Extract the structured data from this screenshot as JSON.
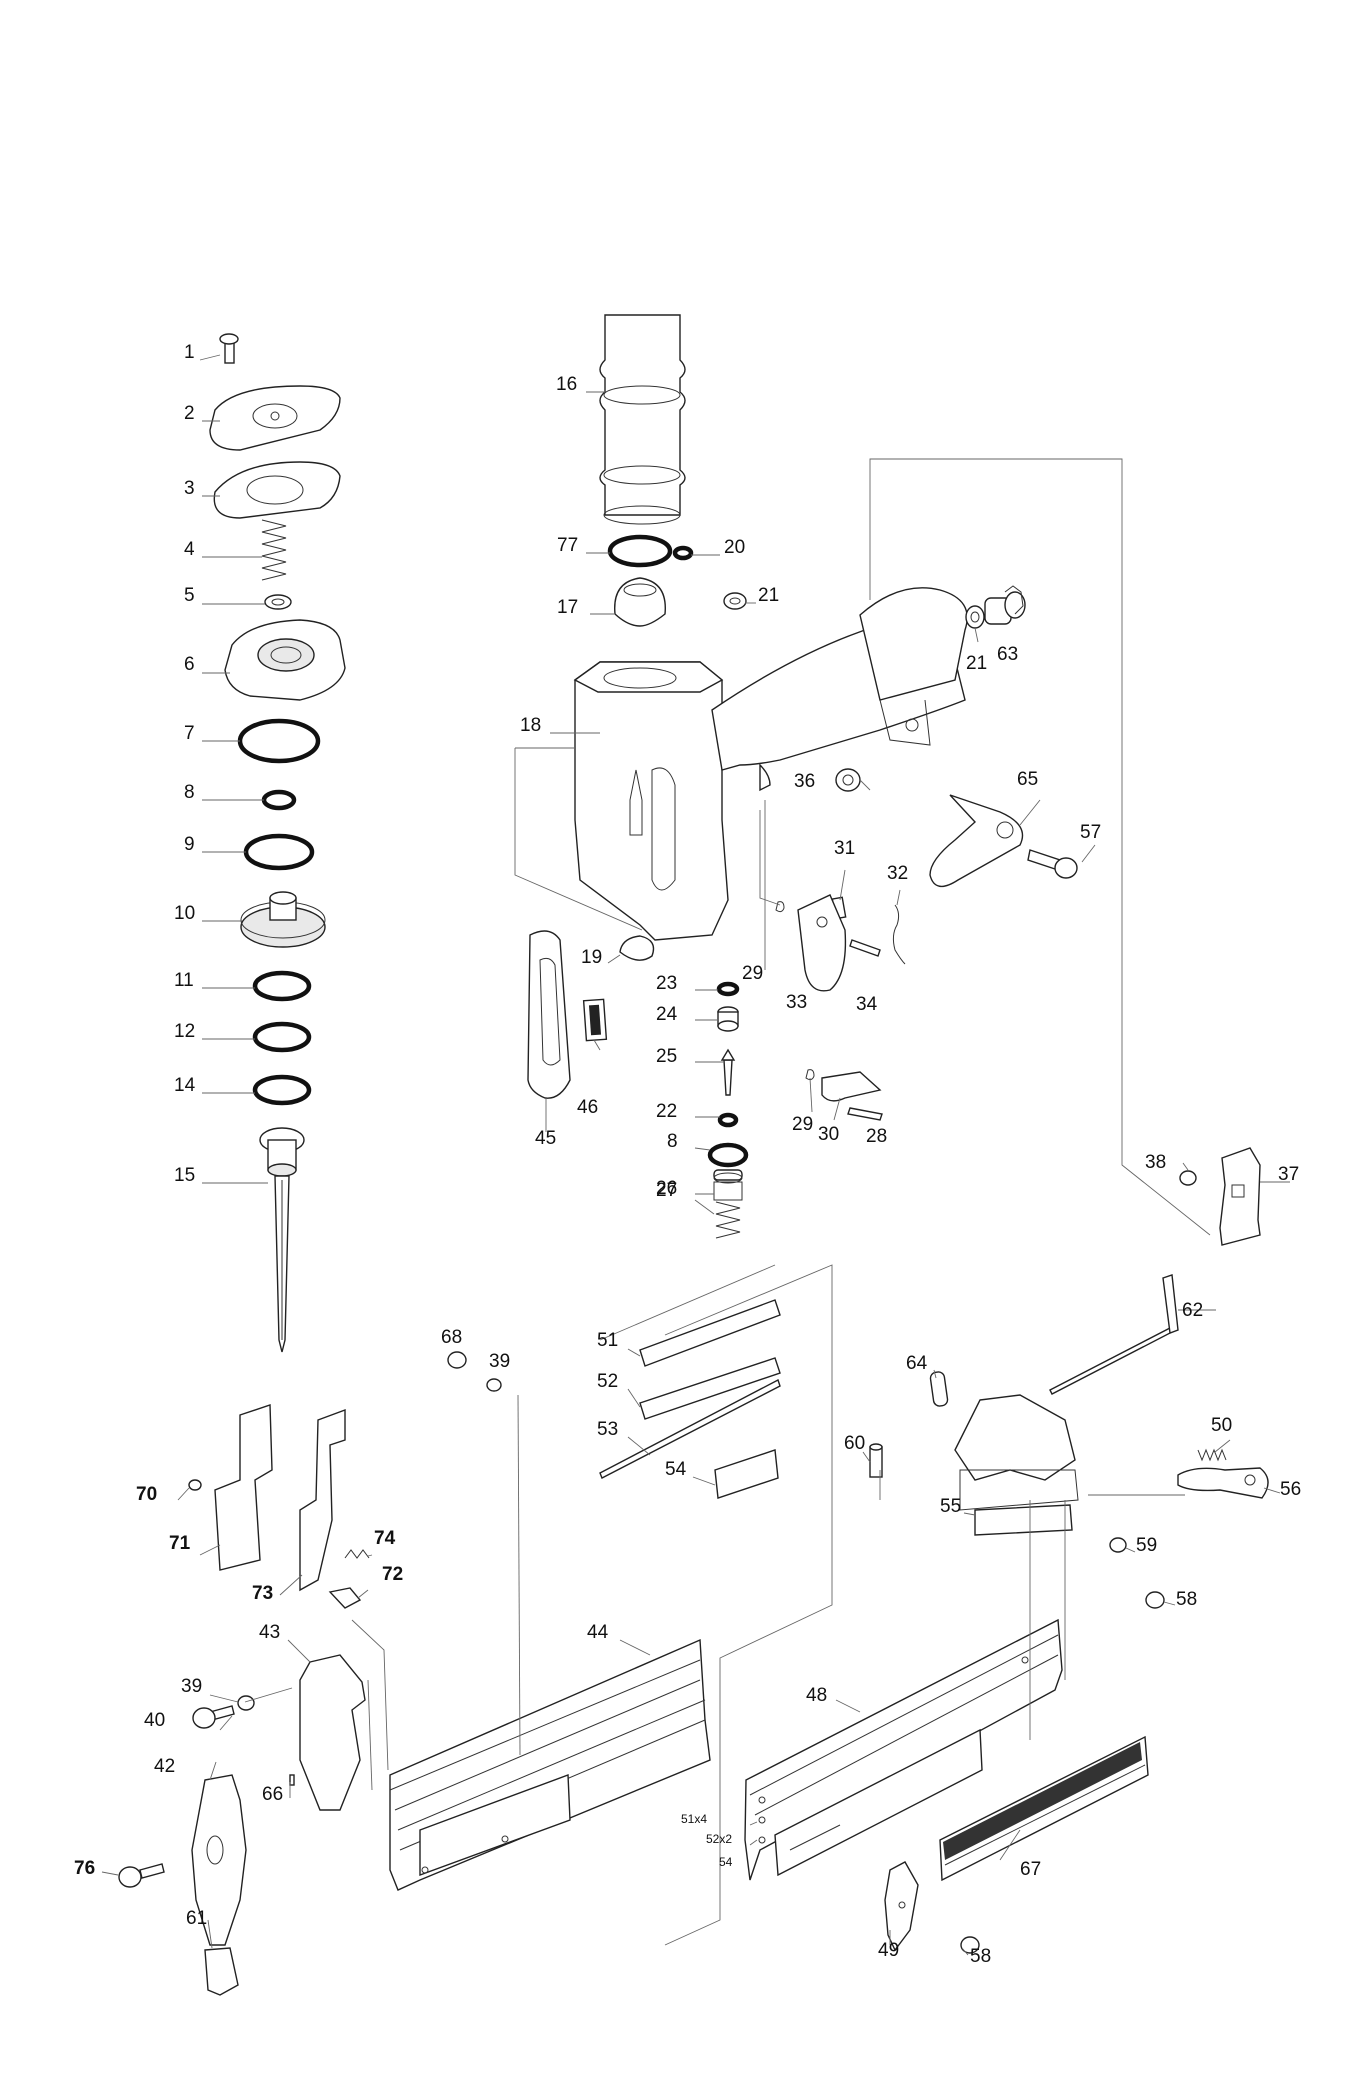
{
  "diagram": {
    "labels": [
      {
        "id": "1",
        "text": "1"
      },
      {
        "id": "2",
        "text": "2"
      },
      {
        "id": "3",
        "text": "3"
      },
      {
        "id": "4",
        "text": "4"
      },
      {
        "id": "5",
        "text": "5"
      },
      {
        "id": "6",
        "text": "6"
      },
      {
        "id": "7",
        "text": "7"
      },
      {
        "id": "8a",
        "text": "8"
      },
      {
        "id": "9",
        "text": "9"
      },
      {
        "id": "10",
        "text": "10"
      },
      {
        "id": "11",
        "text": "11"
      },
      {
        "id": "12",
        "text": "12"
      },
      {
        "id": "14",
        "text": "14"
      },
      {
        "id": "15",
        "text": "15"
      },
      {
        "id": "16",
        "text": "16"
      },
      {
        "id": "77",
        "text": "77"
      },
      {
        "id": "20",
        "text": "20"
      },
      {
        "id": "17",
        "text": "17"
      },
      {
        "id": "21a",
        "text": "21"
      },
      {
        "id": "21b",
        "text": "21"
      },
      {
        "id": "63",
        "text": "63"
      },
      {
        "id": "18",
        "text": "18"
      },
      {
        "id": "36",
        "text": "36"
      },
      {
        "id": "65",
        "text": "65"
      },
      {
        "id": "57",
        "text": "57"
      },
      {
        "id": "31",
        "text": "31"
      },
      {
        "id": "32",
        "text": "32"
      },
      {
        "id": "19",
        "text": "19"
      },
      {
        "id": "23",
        "text": "23"
      },
      {
        "id": "29a",
        "text": "29"
      },
      {
        "id": "33",
        "text": "33"
      },
      {
        "id": "34",
        "text": "34"
      },
      {
        "id": "24",
        "text": "24"
      },
      {
        "id": "25",
        "text": "25"
      },
      {
        "id": "22",
        "text": "22"
      },
      {
        "id": "8b",
        "text": "8"
      },
      {
        "id": "26",
        "text": "26"
      },
      {
        "id": "27",
        "text": "27"
      },
      {
        "id": "46",
        "text": "46"
      },
      {
        "id": "45",
        "text": "45"
      },
      {
        "id": "29b",
        "text": "29"
      },
      {
        "id": "30",
        "text": "30"
      },
      {
        "id": "28",
        "text": "28"
      },
      {
        "id": "38",
        "text": "38"
      },
      {
        "id": "37",
        "text": "37"
      },
      {
        "id": "62",
        "text": "62"
      },
      {
        "id": "68",
        "text": "68"
      },
      {
        "id": "39a",
        "text": "39"
      },
      {
        "id": "51",
        "text": "51"
      },
      {
        "id": "52",
        "text": "52"
      },
      {
        "id": "53",
        "text": "53"
      },
      {
        "id": "54",
        "text": "54"
      },
      {
        "id": "64",
        "text": "64"
      },
      {
        "id": "60",
        "text": "60"
      },
      {
        "id": "50",
        "text": "50"
      },
      {
        "id": "56",
        "text": "56"
      },
      {
        "id": "55",
        "text": "55"
      },
      {
        "id": "59",
        "text": "59"
      },
      {
        "id": "58a",
        "text": "58"
      },
      {
        "id": "70",
        "text": "70"
      },
      {
        "id": "71",
        "text": "71"
      },
      {
        "id": "73",
        "text": "73"
      },
      {
        "id": "74",
        "text": "74"
      },
      {
        "id": "72",
        "text": "72"
      },
      {
        "id": "43",
        "text": "43"
      },
      {
        "id": "44",
        "text": "44"
      },
      {
        "id": "39b",
        "text": "39"
      },
      {
        "id": "40",
        "text": "40"
      },
      {
        "id": "42",
        "text": "42"
      },
      {
        "id": "66",
        "text": "66"
      },
      {
        "id": "76",
        "text": "76"
      },
      {
        "id": "61",
        "text": "61"
      },
      {
        "id": "48",
        "text": "48"
      },
      {
        "id": "51x4",
        "text": "51x4"
      },
      {
        "id": "52x2",
        "text": "52x2"
      },
      {
        "id": "54b",
        "text": "54"
      },
      {
        "id": "67",
        "text": "67"
      },
      {
        "id": "49",
        "text": "49"
      },
      {
        "id": "58b",
        "text": "58"
      }
    ]
  }
}
